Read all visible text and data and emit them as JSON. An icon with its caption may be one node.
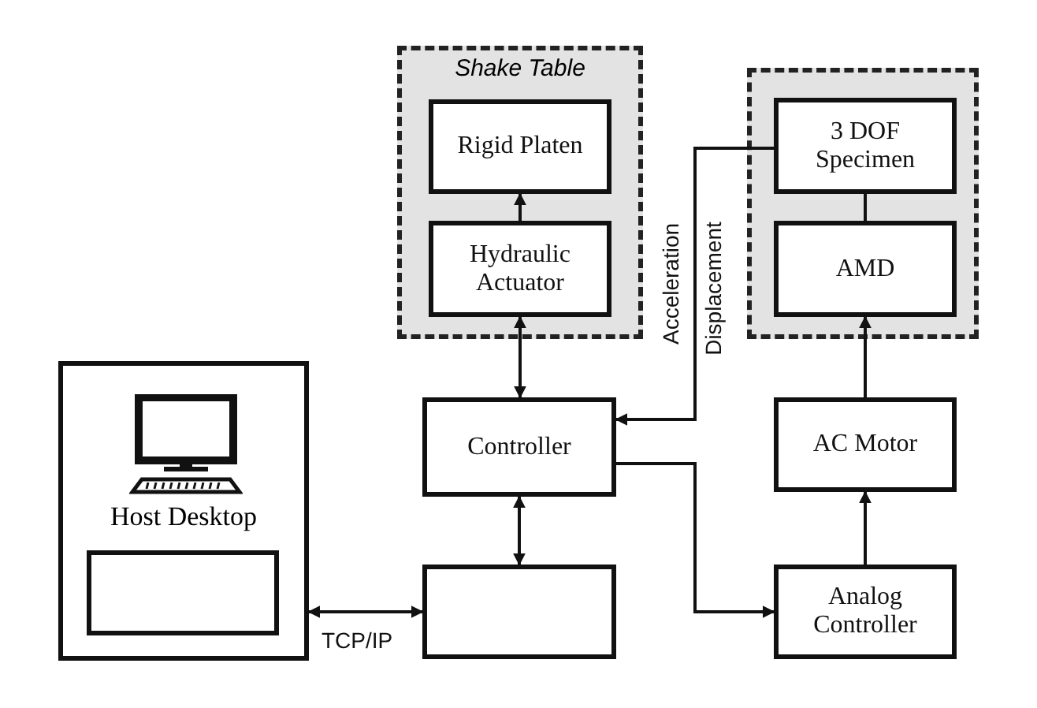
{
  "diagram": {
    "nodes": [
      {
        "text": [
          "Shake Table"
        ]
      },
      {
        "text": [
          "Rigid Platen"
        ],
        "in": 0
      },
      {
        "text": [
          "Hydraulic Actuator"
        ],
        "in": 0
      },
      {
        "text": [],
        "shape": "box"
      },
      {
        "text": [
          "3 DOF Specimen"
        ],
        "in": 3
      },
      {
        "text": [
          "AMD"
        ],
        "in": 3
      },
      {
        "text": [
          "Host Desktop"
        ]
      },
      {
        "text": [],
        "shape": "box",
        "in": 6
      },
      {
        "text": [
          "Controller"
        ]
      },
      {
        "text": [],
        "shape": "box"
      },
      {
        "text": [
          "AC Motor"
        ]
      },
      {
        "text": [
          "Analog Controller"
        ]
      }
    ],
    "edges": [
      {
        "from": 2,
        "to": 1,
        "arrow": "to"
      },
      {
        "from": 8,
        "to": 2,
        "arrow": "both"
      },
      {
        "from": 4,
        "to": 8,
        "arrow": "to"
      },
      {
        "from": 4,
        "to": 5,
        "arrow": "none"
      },
      {
        "from": 10,
        "to": 5,
        "arrow": "to"
      },
      {
        "from": 11,
        "to": 10,
        "arrow": "to"
      },
      {
        "from": 8,
        "to": 11,
        "arrow": "to"
      },
      {
        "from": 8,
        "to": 9,
        "arrow": "both"
      },
      {
        "from": 6,
        "to": 9,
        "arrow": "both",
        "label": "TCP/IP"
      }
    ],
    "labels": [
      "Acceleration",
      "Displacement"
    ]
  }
}
